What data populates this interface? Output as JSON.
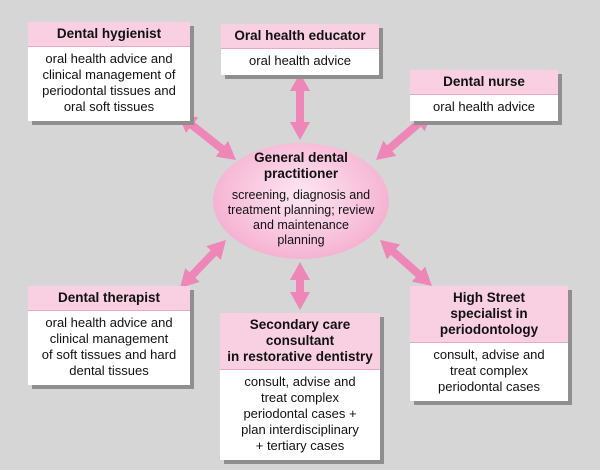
{
  "colors": {
    "background": "#d6d6d6",
    "header_pink": "#f9cfe2",
    "arrow_pink": "#ee86b8",
    "ellipse_pink": "#f7bcd8"
  },
  "center": {
    "title": "General dental\npractitioner",
    "desc": "screening, diagnosis and\ntreatment planning; review\nand maintenance\nplanning"
  },
  "boxes": {
    "hygienist": {
      "title": "Dental hygienist",
      "desc": "oral health advice and\nclinical  management of\nperiodontal  tissues  and\noral soft tissues"
    },
    "educator": {
      "title": "Oral health educator",
      "desc": "oral health advice"
    },
    "nurse": {
      "title": "Dental nurse",
      "desc": "oral health advice"
    },
    "therapist": {
      "title": "Dental therapist",
      "desc": "oral health advice and\nclinical  management\nof soft tissues  and  hard\ndental tissues"
    },
    "secondary": {
      "title": "Secondary care\nconsultant\nin restorative dentistry",
      "desc": "consult, advise and\ntreat complex\nperiodontal cases +\nplan interdisciplinary\n+ tertiary cases"
    },
    "specialist": {
      "title": "High Street\nspecialist in\nperiodontology",
      "desc": "consult, advise and\ntreat complex\nperiodontal cases"
    }
  }
}
